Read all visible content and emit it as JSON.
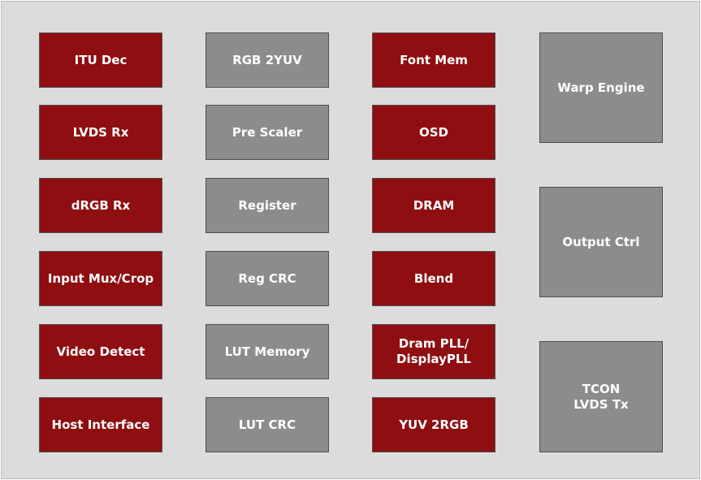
{
  "colors": {
    "background": "#dcdcdc",
    "red_block": "#8e0e12",
    "gray_block": "#8c8c8c",
    "text": "#ffffff"
  },
  "columns": [
    {
      "color": "red",
      "blocks": [
        "ITU Dec",
        "LVDS Rx",
        "dRGB Rx",
        "Input Mux/Crop",
        "Video Detect",
        "Host Interface"
      ]
    },
    {
      "color": "gray",
      "blocks": [
        "RGB 2YUV",
        "Pre Scaler",
        "Register",
        "Reg CRC",
        "LUT Memory",
        "LUT CRC"
      ]
    },
    {
      "color": "red",
      "blocks": [
        "Font Mem",
        "OSD",
        "DRAM",
        "Blend",
        "Dram PLL/\nDisplayPLL",
        "YUV 2RGB"
      ]
    },
    {
      "color": "gray",
      "blocks": [
        "Warp Engine",
        "Output Ctrl",
        "TCON\nLVDS Tx"
      ]
    }
  ]
}
